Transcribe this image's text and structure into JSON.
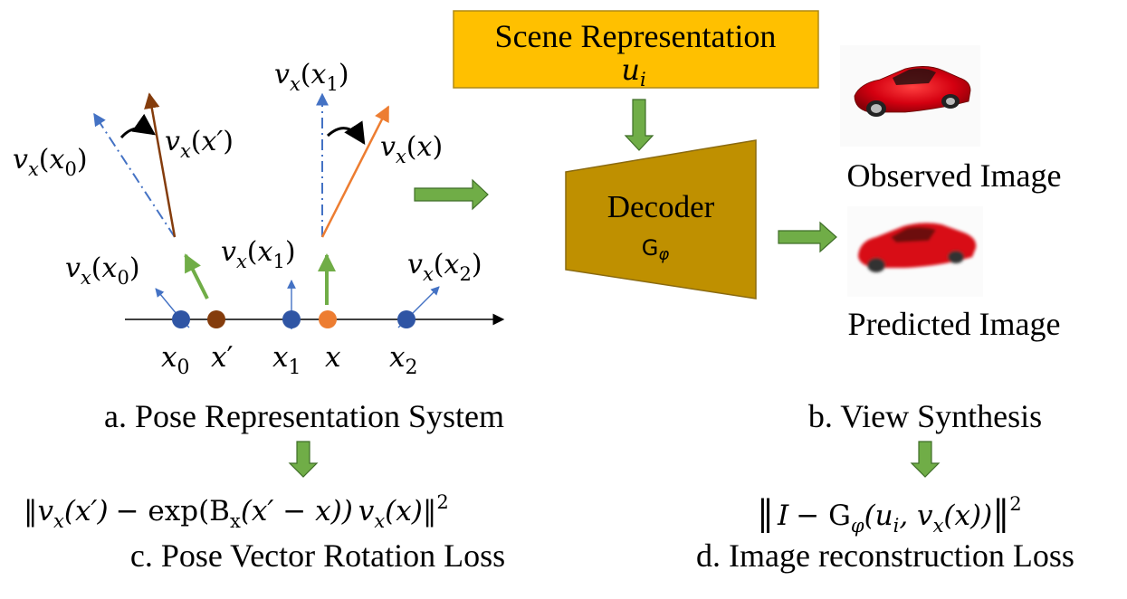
{
  "colors": {
    "scene_box_fill": "#ffc000",
    "scene_box_stroke": "#b08a16",
    "decoder_fill": "#bf9000",
    "decoder_stroke": "#8a6a10",
    "green_arrow": "#70ad47",
    "green_arrow_stroke": "#3f6e28",
    "blue": "#4472c4",
    "brown": "#843c0c",
    "orange": "#ed7d31",
    "point_blue": "#2f55a4",
    "black": "#000000",
    "car_red": "#d40010"
  },
  "scene_box": {
    "title": "Scene Representation",
    "var": "u",
    "var_sub": "i"
  },
  "decoder": {
    "title": "Decoder",
    "symbol": "G",
    "symbol_sub": "φ"
  },
  "images": {
    "observed_label": "Observed Image",
    "predicted_label": "Predicted Image"
  },
  "pose_system": {
    "points": [
      {
        "id": "x0",
        "base": "x",
        "sub": "0"
      },
      {
        "id": "xprime",
        "base": "x",
        "prime": "′"
      },
      {
        "id": "x1",
        "base": "x",
        "sub": "1"
      },
      {
        "id": "x",
        "base": "x"
      },
      {
        "id": "x2",
        "base": "x",
        "sub": "2"
      }
    ],
    "vector_labels": {
      "v": "v",
      "v_sub": "x",
      "vx1_top_arg": "x",
      "vx1_top_sub": "1",
      "vx0_left_arg": "x",
      "vx0_left_sub": "0",
      "vxprime_arg": "x′",
      "vxx_arg": "x",
      "vx1_mid_arg": "x",
      "vx1_mid_sub": "1",
      "vx0_low_arg": "x",
      "vx0_low_sub": "0",
      "vx2_arg": "x",
      "vx2_sub": "2"
    }
  },
  "captions": {
    "a": "a. Pose Representation System",
    "b": "b. View Synthesis",
    "c": "c. Pose Vector Rotation Loss",
    "d": "d. Image reconstruction Loss"
  },
  "formulas": {
    "rotation_loss": {
      "norm_open": "‖",
      "v": "v",
      "v_sub": "x",
      "arg1": "(x′)",
      "minus": "− exp(B",
      "B_sub": "x",
      "inner": "(x′ − x))",
      "v2": "v",
      "v2_sub": "x",
      "arg2": "(x)",
      "norm_close": "‖",
      "power": "2"
    },
    "recon_loss": {
      "norm_open": "‖",
      "I": "I",
      "minus": "− G",
      "G_sub": "φ",
      "open": "(u",
      "u_sub": "i",
      "comma": ", v",
      "v_sub": "x",
      "tail": "(x))",
      "norm_close": "‖",
      "power": "2"
    }
  }
}
